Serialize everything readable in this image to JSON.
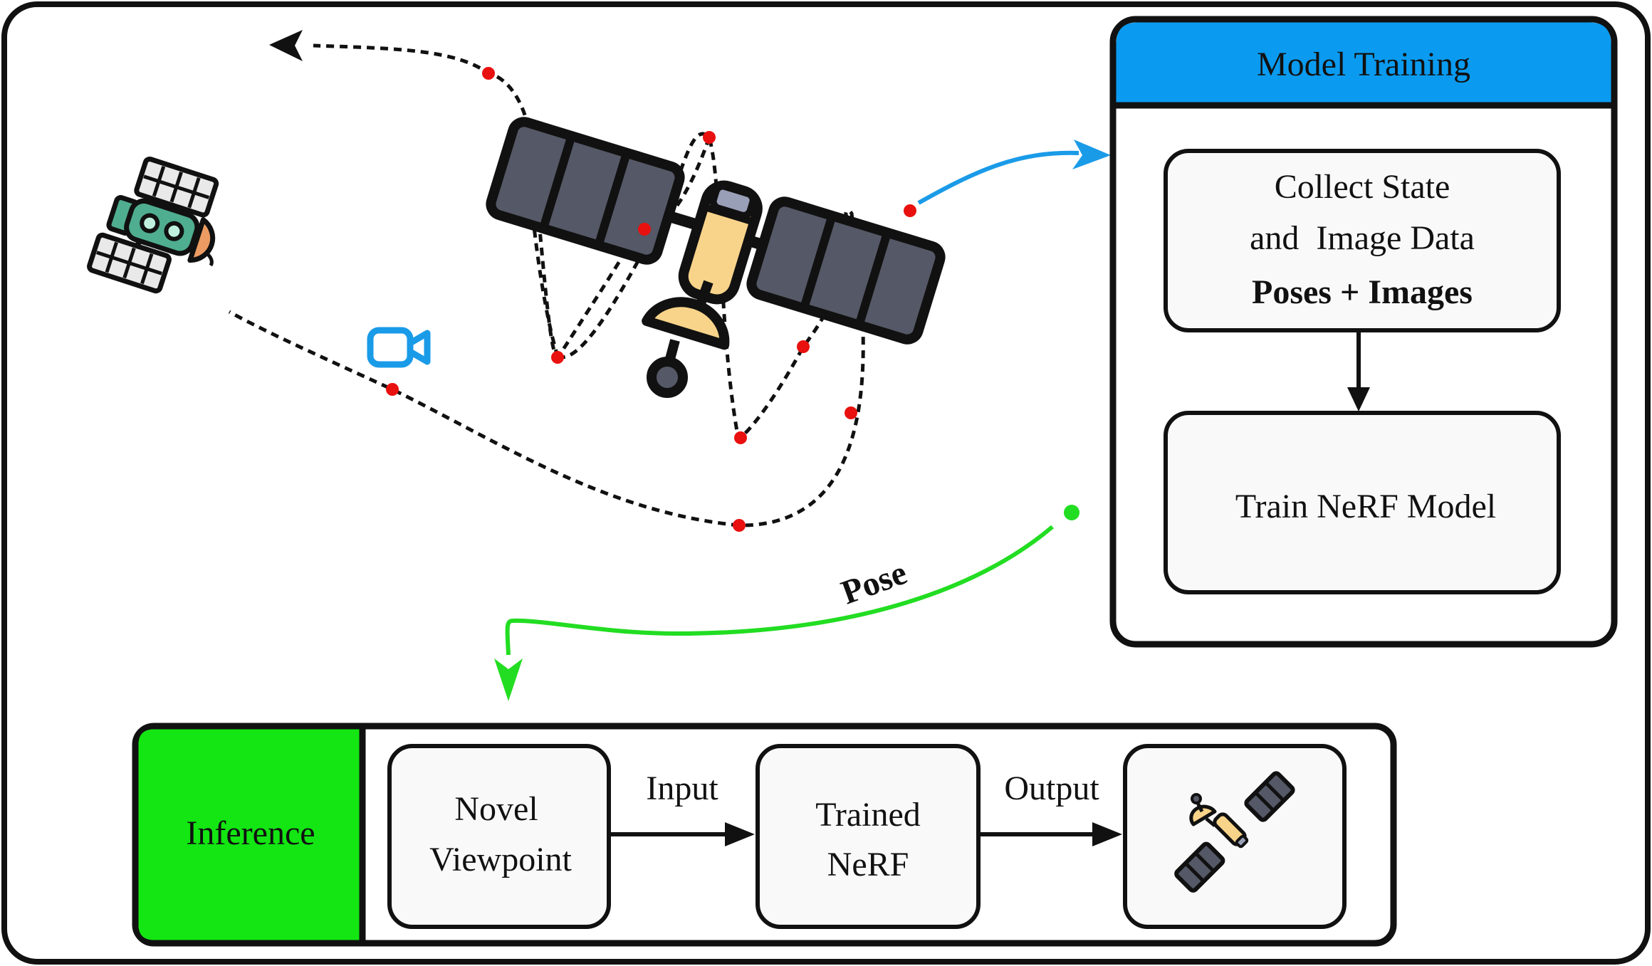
{
  "training": {
    "title": "Model Training",
    "collect_line1": "Collect State",
    "collect_line2": "and  Image Data",
    "collect_line3": "Poses + Images",
    "train": "Train NeRF Model"
  },
  "pose_label": "Pose",
  "inference": {
    "title": "Inference",
    "novel_line1": "Novel",
    "novel_line2": "Viewpoint",
    "input_label": "Input",
    "trained_line1": "Trained",
    "trained_line2": "NeRF",
    "output_label": "Output"
  },
  "colors": {
    "training_header": "#0a9bf0",
    "inference_header": "#13e613",
    "pose_arrow": "#22dd22",
    "training_arrow": "#1a9be8",
    "trajectory_point": "#e8110f",
    "camera_icon": "#1a9be8",
    "panel_fill": "#555866",
    "body_fill": "#f8d48a",
    "small_sat_body": "#4fae8f",
    "small_sat_dish": "#ec9c62",
    "box_fill": "#f9f9f9"
  },
  "icons": {
    "target_satellite": "satellite-icon",
    "observer_satellite": "small-satellite-icon",
    "camera": "video-camera-icon",
    "output_satellite": "satellite-output-icon"
  }
}
